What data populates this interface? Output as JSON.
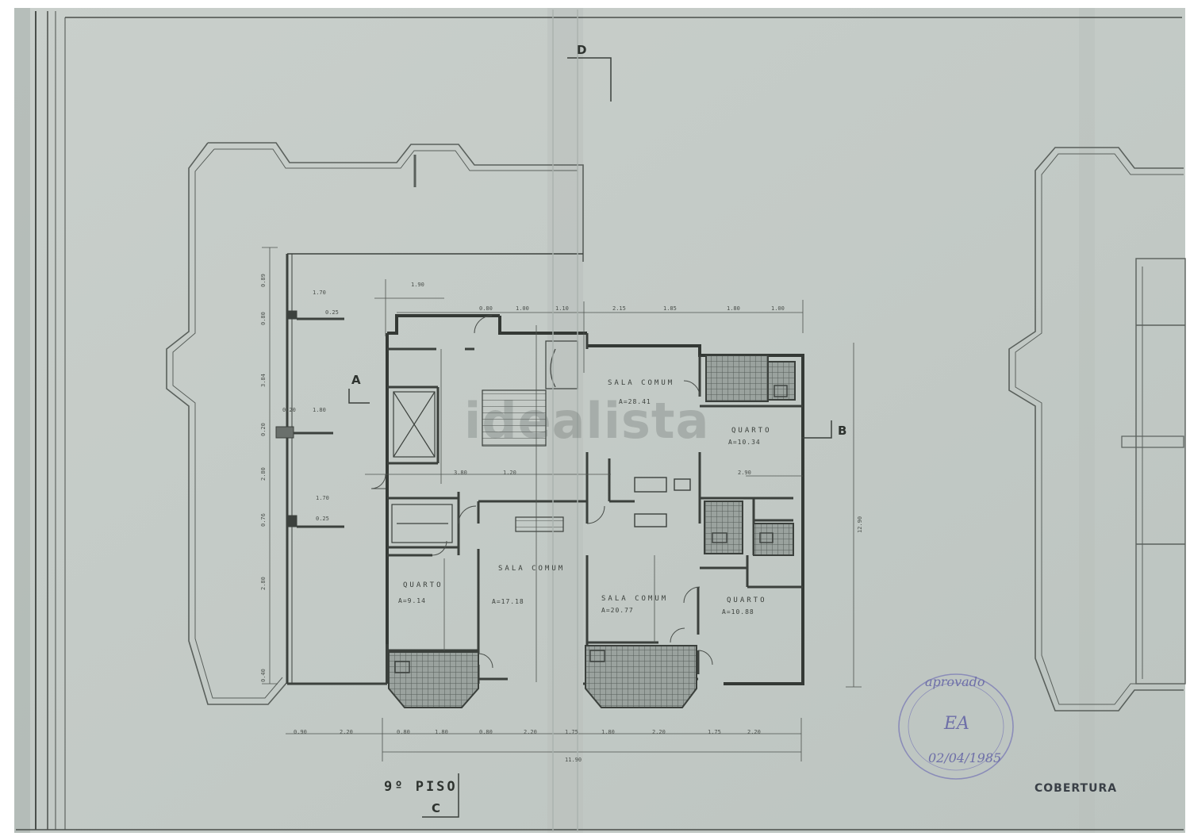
{
  "drawing": {
    "floor_title": "9º PISO",
    "section_right": "COBERTURA",
    "watermark": "idealista",
    "section_markers": {
      "top": "D",
      "left": "A",
      "right": "B",
      "bottom": "C"
    }
  },
  "rooms": [
    {
      "name": "SALA COMUM",
      "area": "A=28.41"
    },
    {
      "name": "QUARTO",
      "area": "A=10.34"
    },
    {
      "name": "SALA COMUM",
      "area": "A=17.18"
    },
    {
      "name": "QUARTO",
      "area": "A=9.14"
    },
    {
      "name": "SALA COMUM",
      "area": "A=20.77"
    },
    {
      "name": "QUARTO",
      "area": "A=10.88"
    }
  ],
  "dimensions": {
    "bottom_row": [
      "0.90",
      "2.20",
      "0.80",
      "1.80",
      "0.80",
      "2.20",
      "1.75",
      "1.80",
      "2.20",
      "1.75",
      "2.20"
    ],
    "bottom_total": "11.90",
    "right_total": "12.90",
    "top_row": [
      "0.80",
      "1.00",
      "1.10",
      "2.15",
      "1.85",
      "1.80",
      "1.00"
    ],
    "left_col": [
      "0.89",
      "0.80",
      "3.84",
      "0.20",
      "2.80",
      "0.76",
      "2.80",
      "0.40"
    ],
    "misc": [
      "1.70",
      "0.25",
      "1.80",
      "0.20",
      "1.70",
      "0.25",
      "1.90",
      "3.80",
      "1.20",
      "2.90"
    ]
  },
  "stamp": {
    "line1": "aprovado",
    "line2": "EA",
    "line3": "02/04/1985"
  },
  "colors": {
    "paper": "#c5ccc8",
    "ink": "#3c413d",
    "tile": "#6e7470",
    "stamp": "#6e6fa8"
  }
}
